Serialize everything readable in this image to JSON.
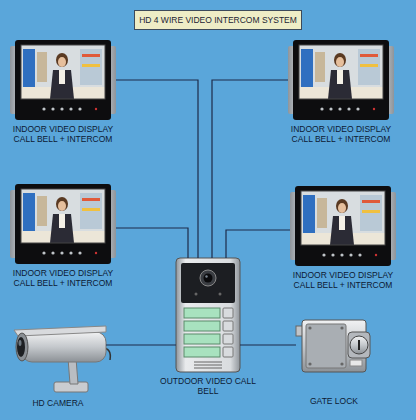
{
  "diagram": {
    "title": "HD 4 WIRE VIDEO INTERCOM SYSTEM",
    "nodes": [
      {
        "text": [
          "INDOOR VIDEO DISPLAY CALL BELL + INTERCOM"
        ]
      },
      {
        "text": [
          "INDOOR VIDEO DISPLAY CALL BELL + INTERCOM"
        ]
      },
      {
        "text": [
          "INDOOR VIDEO DISPLAY CALL BELL + INTERCOM"
        ]
      },
      {
        "text": [
          "INDOOR VIDEO DISPLAY CALL BELL + INTERCOM"
        ]
      },
      {
        "text": [
          "HD CAMERA"
        ]
      },
      {
        "text": [
          "OUTDOOR VIDEO CALL BELL"
        ]
      },
      {
        "text": [
          "GATE LOCK"
        ]
      }
    ],
    "edges": [
      {
        "from": 0,
        "to": 5,
        "arrow": "none"
      },
      {
        "from": 1,
        "to": 5,
        "arrow": "none"
      },
      {
        "from": 2,
        "to": 5,
        "arrow": "none"
      },
      {
        "from": 3,
        "to": 5,
        "arrow": "none"
      },
      {
        "from": 4,
        "to": 5,
        "arrow": "none"
      },
      {
        "from": 5,
        "to": 6,
        "arrow": "none"
      }
    ]
  }
}
